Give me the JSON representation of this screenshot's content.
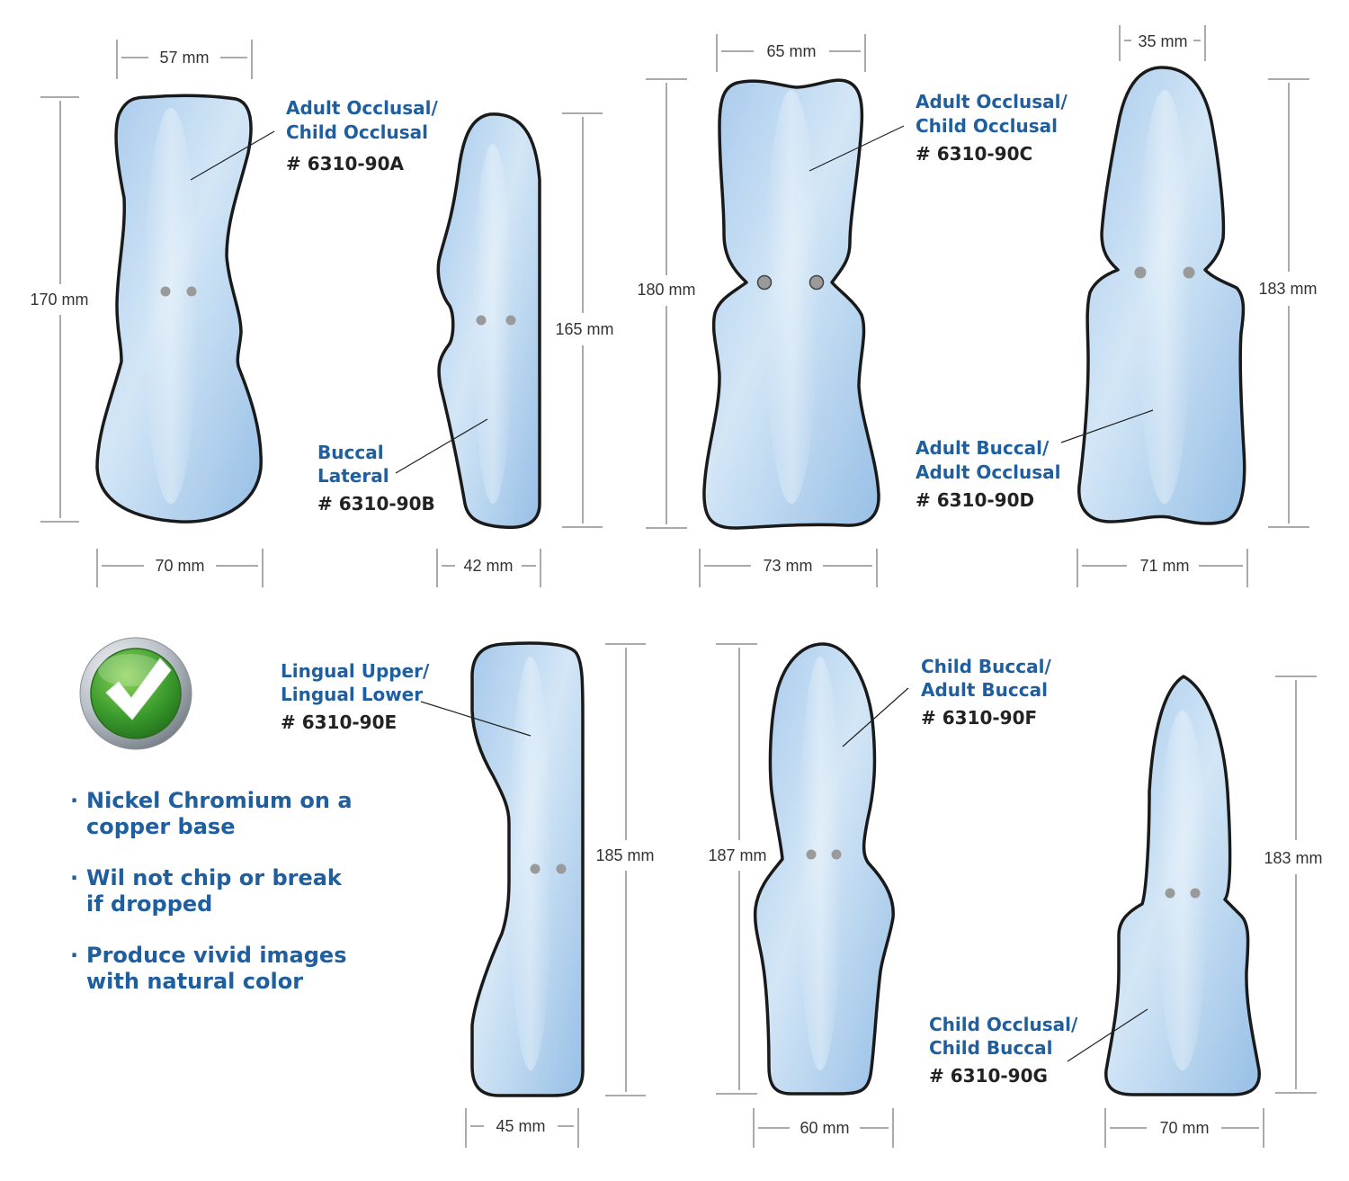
{
  "mirrors": [
    {
      "id": "A",
      "label_lines": [
        "Adult Occlusal/",
        "Child Occlusal"
      ],
      "part_number": "# 6310-90A",
      "top_width": "57 mm",
      "height": "170 mm",
      "bottom_width": "70 mm"
    },
    {
      "id": "B",
      "label_lines": [
        "Buccal",
        "Lateral"
      ],
      "part_number": "# 6310-90B",
      "height": "165 mm",
      "bottom_width": "42 mm"
    },
    {
      "id": "C",
      "label_lines": [
        "Adult Occlusal/",
        "Child Occlusal"
      ],
      "part_number": "# 6310-90C",
      "top_width": "65 mm",
      "height": "180 mm",
      "bottom_width": "73 mm"
    },
    {
      "id": "D",
      "label_lines": [
        "Adult Buccal/",
        "Adult Occlusal"
      ],
      "part_number": "# 6310-90D",
      "top_width": "35 mm",
      "height": "183 mm",
      "bottom_width": "71 mm"
    },
    {
      "id": "E",
      "label_lines": [
        "Lingual Upper/",
        "Lingual Lower"
      ],
      "part_number": "# 6310-90E",
      "height": "185 mm",
      "bottom_width": "45 mm"
    },
    {
      "id": "F",
      "label_lines": [
        "Child Buccal/",
        "Adult Buccal"
      ],
      "part_number": "# 6310-90F",
      "height": "187 mm",
      "bottom_width": "60 mm"
    },
    {
      "id": "G",
      "label_lines": [
        "Child Occlusal/",
        "Child Buccal"
      ],
      "part_number": "# 6310-90G",
      "height": "183 mm",
      "bottom_width": "70 mm"
    }
  ],
  "features": [
    {
      "bullet": "·",
      "lines": [
        "Nickel Chromium on a",
        "copper base"
      ]
    },
    {
      "bullet": "·",
      "lines": [
        "Wil not chip or break",
        "if dropped"
      ]
    },
    {
      "bullet": "·",
      "lines": [
        "Produce vivid images",
        "with natural color"
      ]
    }
  ],
  "check_badge": {
    "icon": "checkmark-icon",
    "fill_color": "#3a9a2c",
    "ring_color": "#b8bec4"
  },
  "colors": {
    "label_blue": "#1f5fa0",
    "part_number": "#222222",
    "mirror_fill": "#b4d4f0",
    "mirror_outline": "#1a1a1a"
  }
}
